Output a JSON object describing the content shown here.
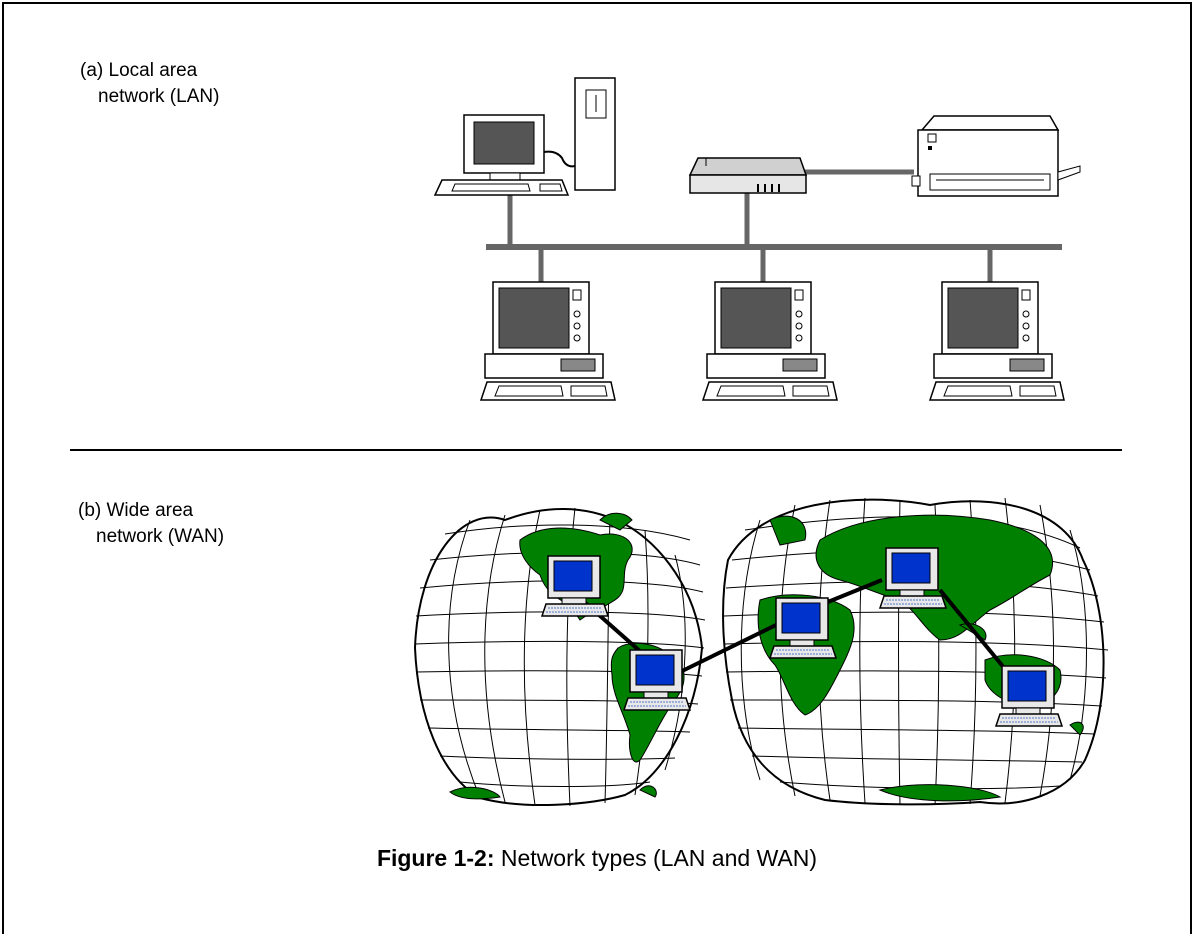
{
  "lan": {
    "label_line1": "(a) Local area",
    "label_line2": "network (LAN)"
  },
  "wan": {
    "label_line1": "(b) Wide area",
    "label_line2": "network (WAN)"
  },
  "caption": {
    "prefix": "Figure 1-2:",
    "text": "Network types (LAN and WAN)"
  },
  "colors": {
    "land": "#008000",
    "screen": "#0033cc",
    "monitor": "#555555",
    "cable": "#666666"
  }
}
